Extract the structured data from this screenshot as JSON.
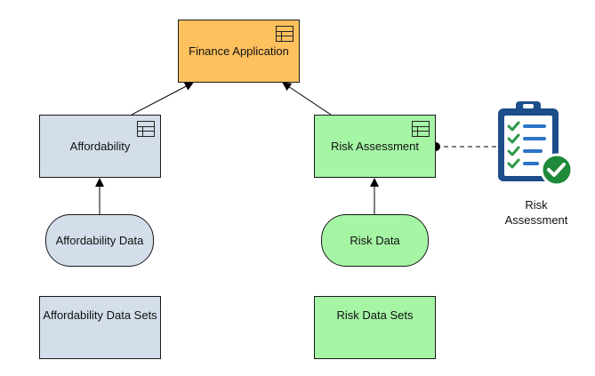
{
  "diagram": {
    "nodes": {
      "finance_app": {
        "label": "Finance Application",
        "fill": "#ffc15e"
      },
      "affordability": {
        "label": "Affordability",
        "fill": "#d4deea"
      },
      "risk_assessment": {
        "label": "Risk Assessment",
        "fill": "#a5f5a5"
      },
      "affordability_data": {
        "label": "Affordability Data",
        "fill": "#d4deea"
      },
      "risk_data": {
        "label": "Risk Data",
        "fill": "#a5f5a5"
      },
      "affordability_data_sets": {
        "label": "Affordability Data Sets",
        "fill": "#d4deea"
      },
      "risk_data_sets": {
        "label": "Risk Data Sets",
        "fill": "#a5f5a5"
      }
    },
    "external_icon": {
      "icon": "clipboard-checklist-icon",
      "label_line1": "Risk",
      "label_line2": "Assessment",
      "colors": {
        "clipboard": "#1c4e8a",
        "check_badge": "#1f8a3a"
      }
    }
  }
}
